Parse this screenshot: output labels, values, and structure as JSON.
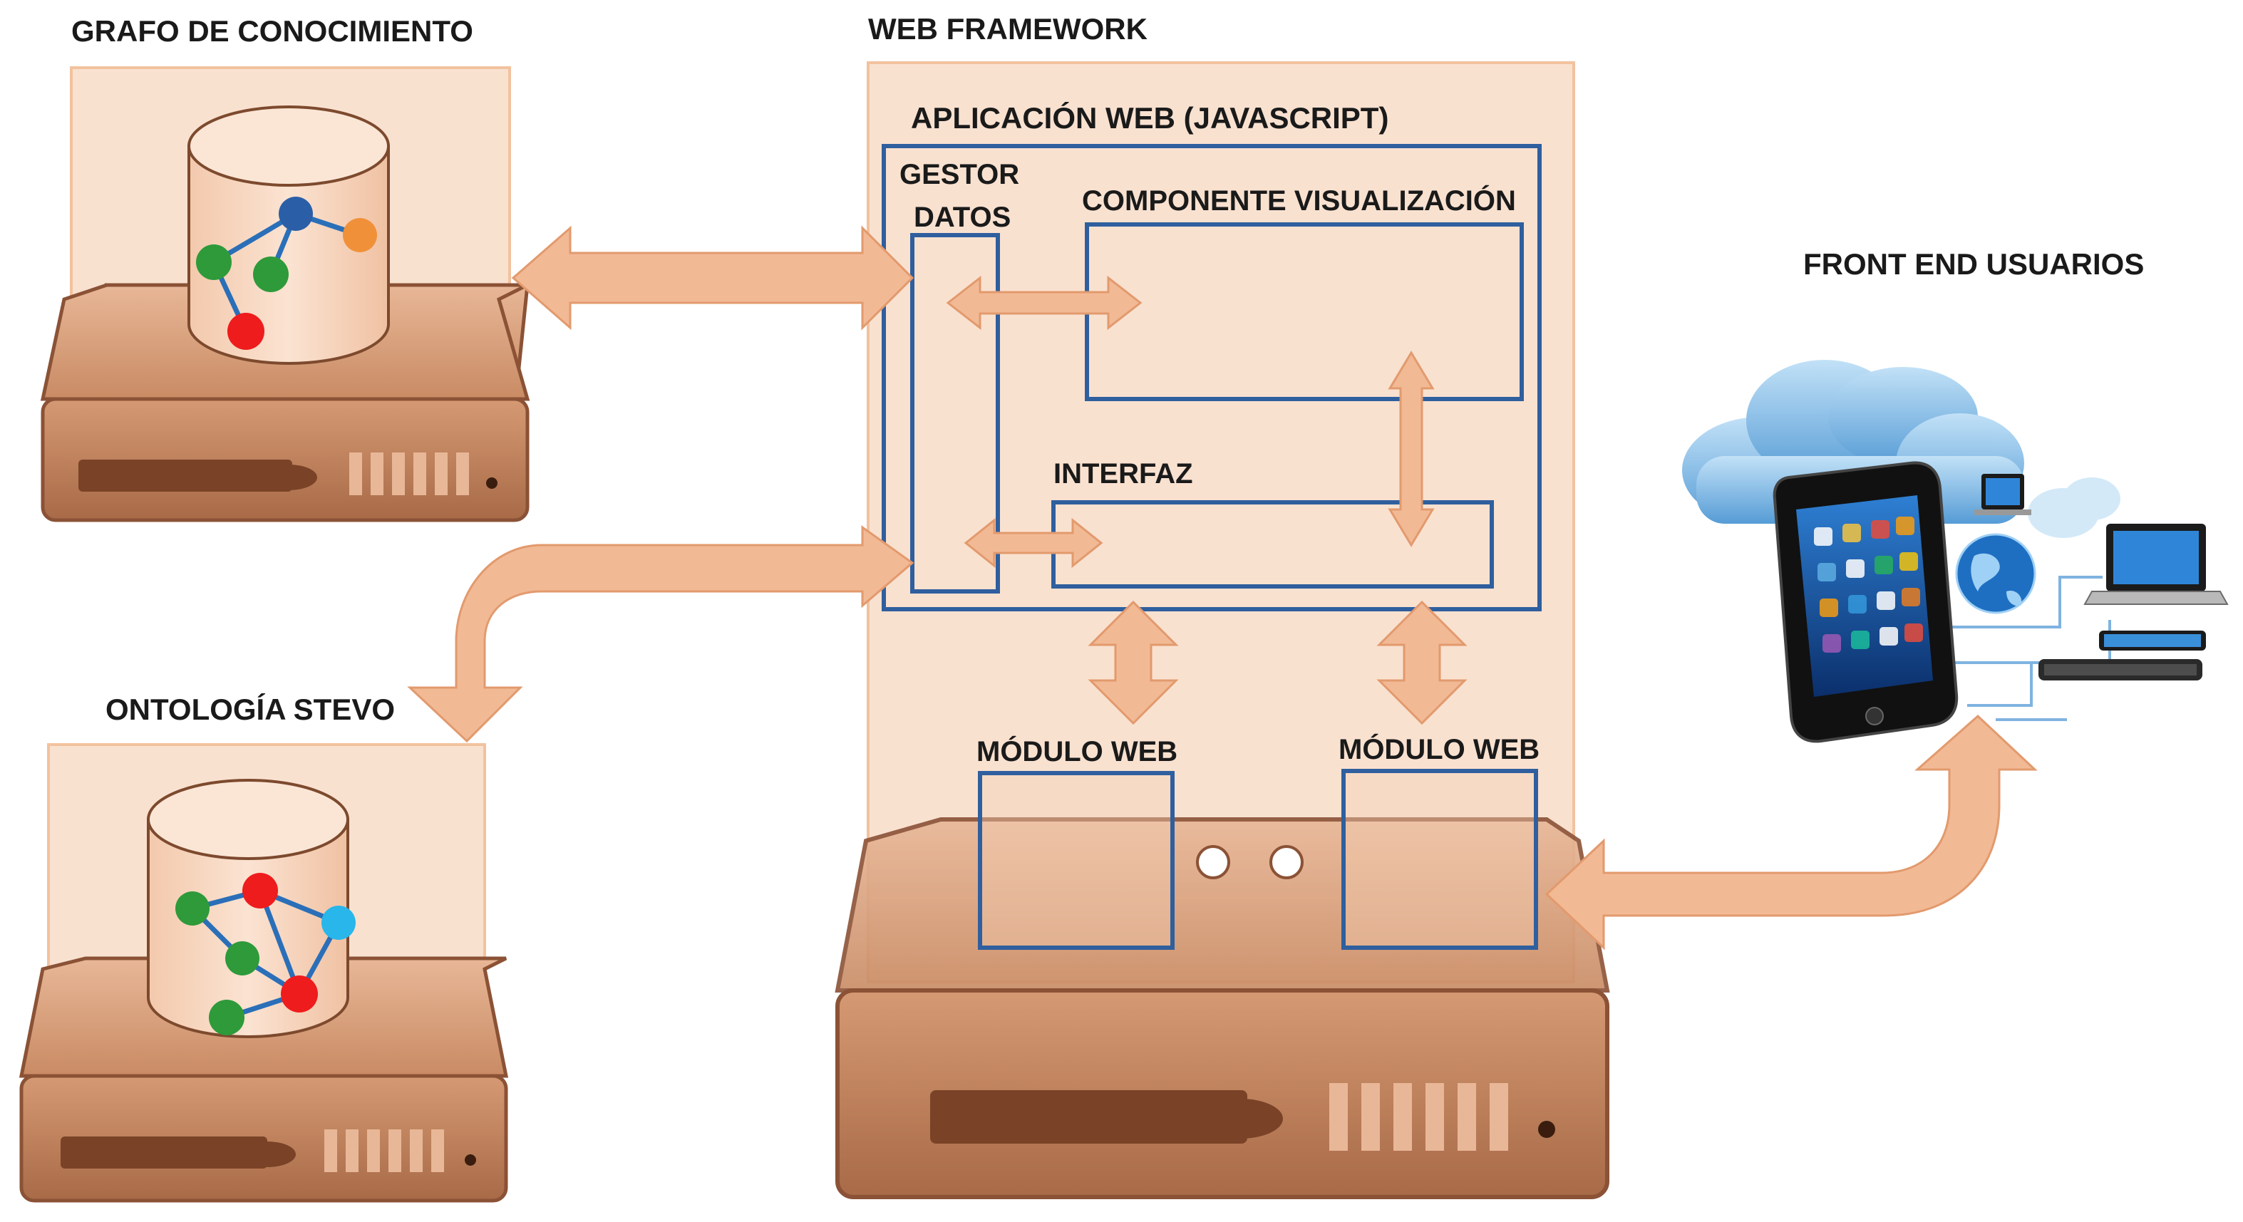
{
  "labels": {
    "knowledge_graph": "GRAFO DE CONOCIMIENTO",
    "web_framework": "WEB FRAMEWORK",
    "web_app": "APLICACIÓN WEB (JAVASCRIPT)",
    "data_manager_line1": "GESTOR",
    "data_manager_line2": "DATOS",
    "visualization_component": "COMPONENTE VISUALIZACIÓN",
    "interface": "INTERFAZ",
    "web_module_left": "MÓDULO WEB",
    "web_module_right": "MÓDULO WEB",
    "ontology": "ONTOLOGÍA STEVO",
    "front_end": "FRONT END USUARIOS"
  },
  "colors": {
    "panel_fill": "#f9dcc8",
    "panel_stroke": "#f0b88e",
    "box_stroke": "#2f5f9e",
    "arrow_fill": "#f2b995",
    "arrow_stroke": "#e29a6d",
    "server_body": "#c98b64",
    "server_dark": "#8b5236",
    "graph_edge": "#2a6fb8",
    "node_red": "#ee1c1c",
    "node_green": "#2e9a3a",
    "node_blue": "#2a5fa8",
    "node_orange": "#f0913a",
    "node_cyan": "#29b6ea"
  },
  "icons": {
    "database": "database-icon",
    "server": "server-icon",
    "cloud": "cloud-icon",
    "smartphone": "smartphone-icon",
    "globe": "globe-icon",
    "laptop": "laptop-icon",
    "tablet": "tablet-icon"
  }
}
